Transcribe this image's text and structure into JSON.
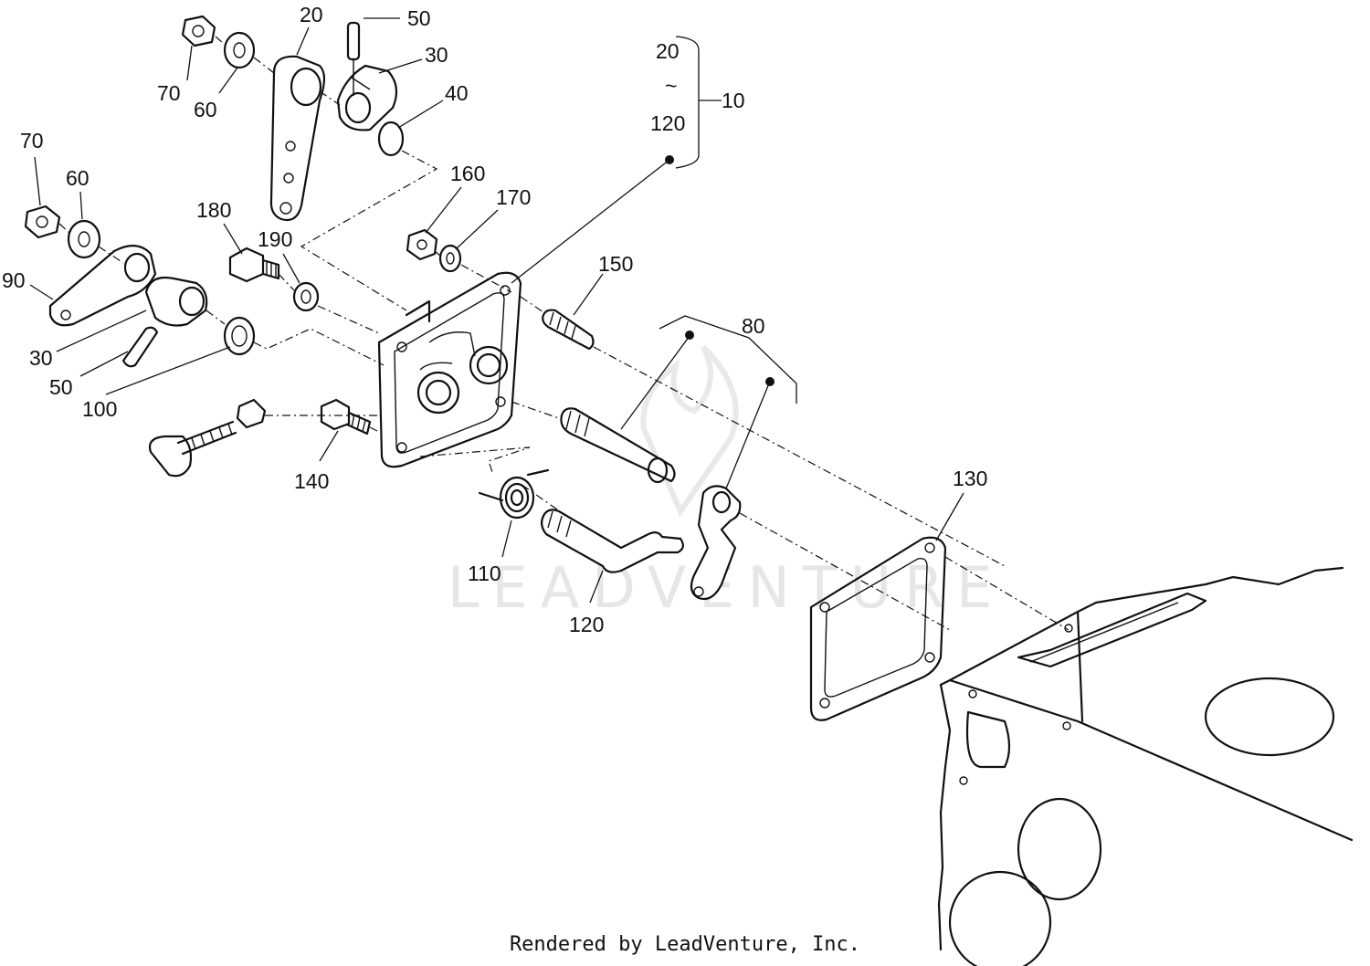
{
  "watermark": "LEADVENTURE",
  "footer": "Rendered by LeadVenture, Inc.",
  "callouts": {
    "c20_top": "20",
    "c50_top": "50",
    "c30_top": "30",
    "c40": "40",
    "c70_top": "70",
    "c60_top": "60",
    "c70_left": "70",
    "c60_left": "60",
    "c90": "90",
    "c30_left": "30",
    "c50_left": "50",
    "c100": "100",
    "c180": "180",
    "c190": "190",
    "c160": "160",
    "c170": "170",
    "c150": "150",
    "c140": "140",
    "c80": "80",
    "c110": "110",
    "c120": "120",
    "c130": "130",
    "range_start": "20",
    "range_sep": "~",
    "range_end": "120",
    "assembly": "10"
  }
}
